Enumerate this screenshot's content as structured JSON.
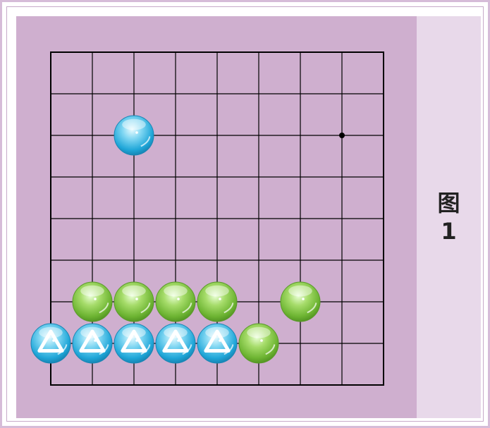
{
  "caption": {
    "char": "图",
    "number": "1"
  },
  "colors": {
    "board_background": "#cfafcf",
    "caption_background": "#e8d9ea",
    "frame_border": "#d6bcd8",
    "grid_line": "#000000",
    "blue_stone": "#2fb4e3",
    "green_stone": "#7cc241",
    "triangle_mark": "#ffffff"
  },
  "board": {
    "columns": 9,
    "rows": 9,
    "star_points": [
      [
        7,
        2
      ]
    ],
    "stones": [
      {
        "col": 2,
        "row": 2,
        "color": "blue",
        "marked": false
      },
      {
        "col": 1,
        "row": 6,
        "color": "green",
        "marked": false
      },
      {
        "col": 2,
        "row": 6,
        "color": "green",
        "marked": false
      },
      {
        "col": 3,
        "row": 6,
        "color": "green",
        "marked": false
      },
      {
        "col": 4,
        "row": 6,
        "color": "green",
        "marked": false
      },
      {
        "col": 6,
        "row": 6,
        "color": "green",
        "marked": false
      },
      {
        "col": 0,
        "row": 7,
        "color": "blue",
        "marked": true,
        "mark": "triangle-icon"
      },
      {
        "col": 1,
        "row": 7,
        "color": "blue",
        "marked": true,
        "mark": "triangle-icon"
      },
      {
        "col": 2,
        "row": 7,
        "color": "blue",
        "marked": true,
        "mark": "triangle-icon"
      },
      {
        "col": 3,
        "row": 7,
        "color": "blue",
        "marked": true,
        "mark": "triangle-icon"
      },
      {
        "col": 4,
        "row": 7,
        "color": "blue",
        "marked": true,
        "mark": "triangle-icon"
      },
      {
        "col": 5,
        "row": 7,
        "color": "green",
        "marked": false
      }
    ]
  }
}
